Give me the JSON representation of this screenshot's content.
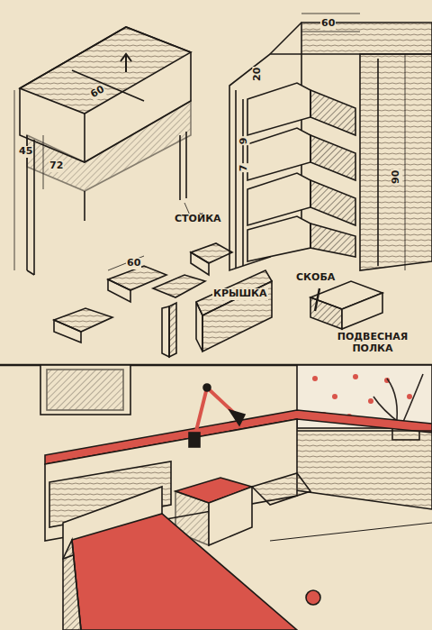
{
  "diagram": {
    "labels": [
      "60",
      "20",
      "9",
      "7",
      "90",
      "60",
      "45",
      "72",
      "СТОЙКА",
      "60",
      "КРЫШКА",
      "СКОБА",
      "ПОДВЕСНАЯ ПОЛКА"
    ]
  }
}
